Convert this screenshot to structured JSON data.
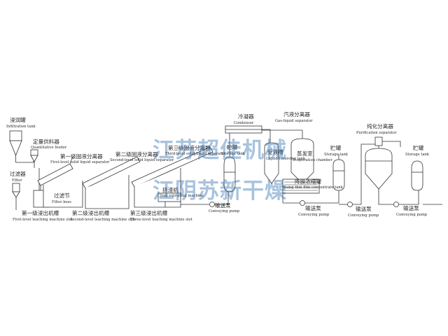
{
  "labels": {
    "infiltration_tank": {
      "zh": "浸润罐",
      "en": "Infiltration tank"
    },
    "quantitative_feeder": {
      "zh": "定量供料器",
      "en": "Quantitative feeder"
    },
    "filter": {
      "zh": "过滤器",
      "en": "Filter"
    },
    "filter_boss": {
      "zh": "过滤节",
      "en": "Filter boss"
    },
    "first_separator": {
      "zh": "第一级固液分离器",
      "en": "First-level solid liquid separator"
    },
    "second_separator": {
      "zh": "第二级固液分离器",
      "en": "Second-level solid liquid separator"
    },
    "third_separator": {
      "zh": "第三级固液分离器",
      "en": "Third-level solid liquid separator"
    },
    "first_slot": {
      "zh": "第一级浸出机槽",
      "en": "First-level leaching machine slot"
    },
    "second_slot": {
      "zh": "第二级浸出机槽",
      "en": "Second-level leaching machine slot"
    },
    "third_slot": {
      "zh": "第三级浸出机槽",
      "en": "Three-level leaching machine slot"
    },
    "slag_extruder": {
      "zh": "挤渣机",
      "en": "Slag extruding machine"
    },
    "condenser": {
      "zh": "冷凝器",
      "en": "Condenser"
    },
    "gas_liquid_separator": {
      "zh": "汽液分离器",
      "en": "Gas-liquid separator"
    },
    "storage_tank_1": {
      "zh": "贮罐",
      "en": "Storage tank"
    },
    "liquid_receiving_tank": {
      "zh": "受液槽",
      "en": "Liquid receiving tank"
    },
    "evaporation_chamber": {
      "zh": "蒸发室",
      "en": "Evaporation chamber"
    },
    "thin_film_tank": {
      "zh": "降膜浓缩罐",
      "en": "Rising thin film concentrate tank"
    },
    "storage_tank_2": {
      "zh": "贮罐",
      "en": "Storage tank"
    },
    "purification_separator": {
      "zh": "纯化分离器",
      "en": "Purification separator"
    },
    "storage_tank_3": {
      "zh": "贮罐",
      "en": "Storage tank"
    },
    "pump_1": {
      "zh": "输送泵",
      "en": "Conveying pump"
    },
    "pump_2": {
      "zh": "输送泵",
      "en": "Conveying pump"
    },
    "pump_3": {
      "zh": "输送泵",
      "en": "Conveying pump"
    },
    "pump_4": {
      "zh": "输送泵",
      "en": "Conveying pump"
    }
  },
  "watermark": {
    "line1": "江苏超佳机械",
    "line2": "江阴苏新干燥"
  },
  "colors": {
    "line": "#333333",
    "watermark": "#2f6fb0"
  }
}
